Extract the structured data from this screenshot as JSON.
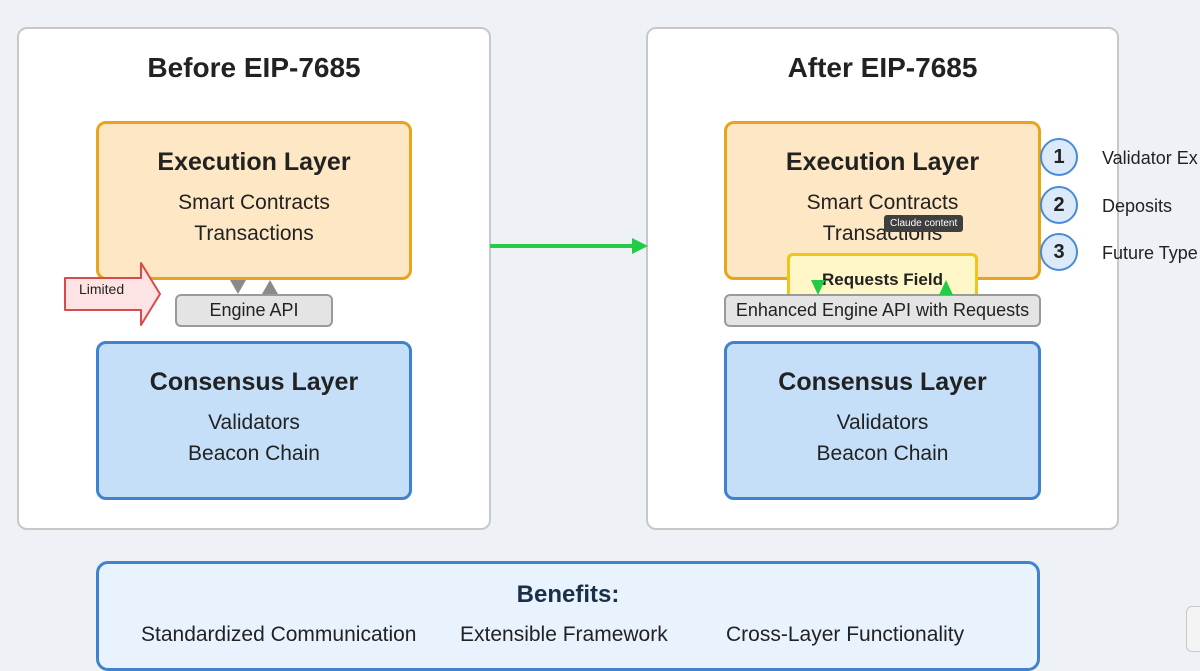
{
  "before": {
    "title": "Before EIP-7685",
    "execution": {
      "title": "Execution Layer",
      "line1": "Smart Contracts",
      "line2": "Transactions"
    },
    "engine_api": "Engine API",
    "limited_label": "Limited",
    "consensus": {
      "title": "Consensus Layer",
      "line1": "Validators",
      "line2": "Beacon Chain"
    }
  },
  "after": {
    "title": "After EIP-7685",
    "execution": {
      "title": "Execution Layer",
      "line1": "Smart Contracts",
      "line2": "Transactions"
    },
    "requests_field": "Requests Field",
    "engine_api": "Enhanced Engine API with Requests",
    "consensus": {
      "title": "Consensus Layer",
      "line1": "Validators",
      "line2": "Beacon Chain"
    },
    "tooltip": "Claude content"
  },
  "request_types": [
    {
      "number": "1",
      "label": "Validator Ex"
    },
    {
      "number": "2",
      "label": "Deposits"
    },
    {
      "number": "3",
      "label": "Future Type"
    }
  ],
  "benefits": {
    "title": "Benefits:",
    "items": [
      "Standardized Communication",
      "Extensible Framework",
      "Cross-Layer Functionality"
    ]
  },
  "colors": {
    "execution_fill": "#fde7c4",
    "execution_border": "#e8a51b",
    "consensus_fill": "#c5dff8",
    "consensus_border": "#3f82cf",
    "transition_arrow": "#22cc44",
    "limited_arrow": "#d94a4a",
    "requests_border": "#f0c419"
  }
}
